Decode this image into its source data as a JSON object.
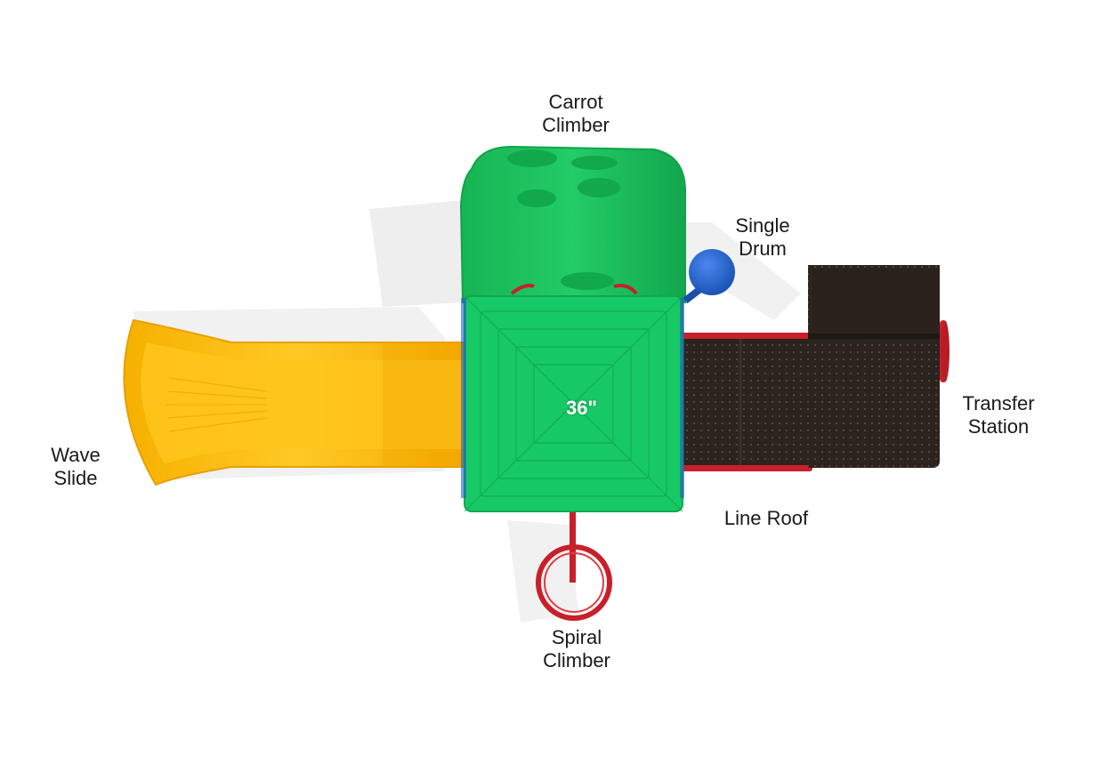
{
  "colors": {
    "slide": "#f7b800",
    "slide_dark": "#e09a00",
    "deck_roof": "#17c964",
    "roof_dark": "#0fa84f",
    "climber": "#1bbf5a",
    "panel": "#2b231d",
    "rail": "#c8202a",
    "drum": "#1f5fc9",
    "shadow": "#d9d9d9"
  },
  "labels": {
    "carrot_climber": [
      "Carrot",
      "Climber"
    ],
    "single_drum": [
      "Single",
      "Drum"
    ],
    "transfer_station": [
      "Transfer",
      "Station"
    ],
    "wave_slide": [
      "Wave",
      "Slide"
    ],
    "line_roof": "Line Roof",
    "spiral_climber": [
      "Spiral",
      "Climber"
    ]
  },
  "deck_height": "36\""
}
